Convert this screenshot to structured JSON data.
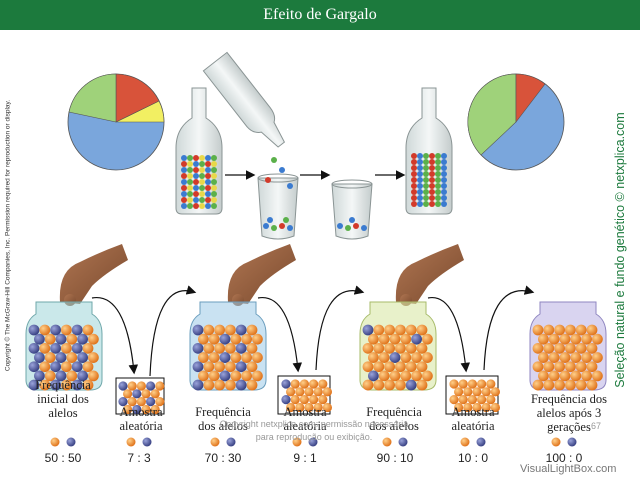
{
  "title": "Efeito de Gargalo",
  "copyright_side": "Copyright © The McGraw-Hill Companies, Inc. Permission required for reproduction or display.",
  "side_caption": "Seleção natural e fundo genético © netxplica.com",
  "stages": [
    {
      "label": "Frequência inicial dos alelos",
      "ratio": "50 : 50"
    },
    {
      "label": "Amostra aleatória",
      "ratio": "7 : 3"
    },
    {
      "label": "Frequência dos alelos",
      "ratio": "70 : 30"
    },
    {
      "label": "Amostra aleatória",
      "ratio": "9 : 1"
    },
    {
      "label": "Frequência dos alelos",
      "ratio": "90 : 10"
    },
    {
      "label": "Amostra aleatória",
      "ratio": "10 : 0"
    },
    {
      "label": "Frequência dos alelos após 3 gerações",
      "ratio": "100 : 0"
    }
  ],
  "watermark": "Copyright netxplica.com: permissão necessária para reprodução ou exibição.",
  "page_number": "67",
  "brand": "VisualLightBox.com",
  "colors": {
    "header": "#1c7a3d",
    "orange_allele": "#f08a2a",
    "blue_allele": "#4f58a0",
    "pie_blue": "#7aa6dc",
    "pie_green": "#9fd27a",
    "pie_red": "#d8533a",
    "pie_yellow": "#f2ef62"
  },
  "icons": [
    "hand-icon",
    "jar-icon",
    "bottle-icon",
    "beaker-icon",
    "pie-chart-icon"
  ]
}
